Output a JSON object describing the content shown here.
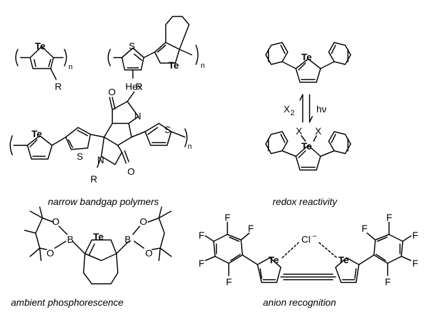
{
  "atoms": {
    "te": "Te",
    "s": "S",
    "r": "R",
    "n": "n",
    "hex": "Hex",
    "o": "O",
    "nitrogen": "N",
    "b": "B",
    "f": "F",
    "x": "X",
    "x_sub": "2",
    "hv": "hν",
    "cl": "Cl",
    "minus": "−"
  },
  "captions": {
    "polymers": "narrow bandgap polymers",
    "redox": "redox reactivity",
    "phosphorescence": "ambient phosphorescence",
    "anion": "anion recognition"
  }
}
